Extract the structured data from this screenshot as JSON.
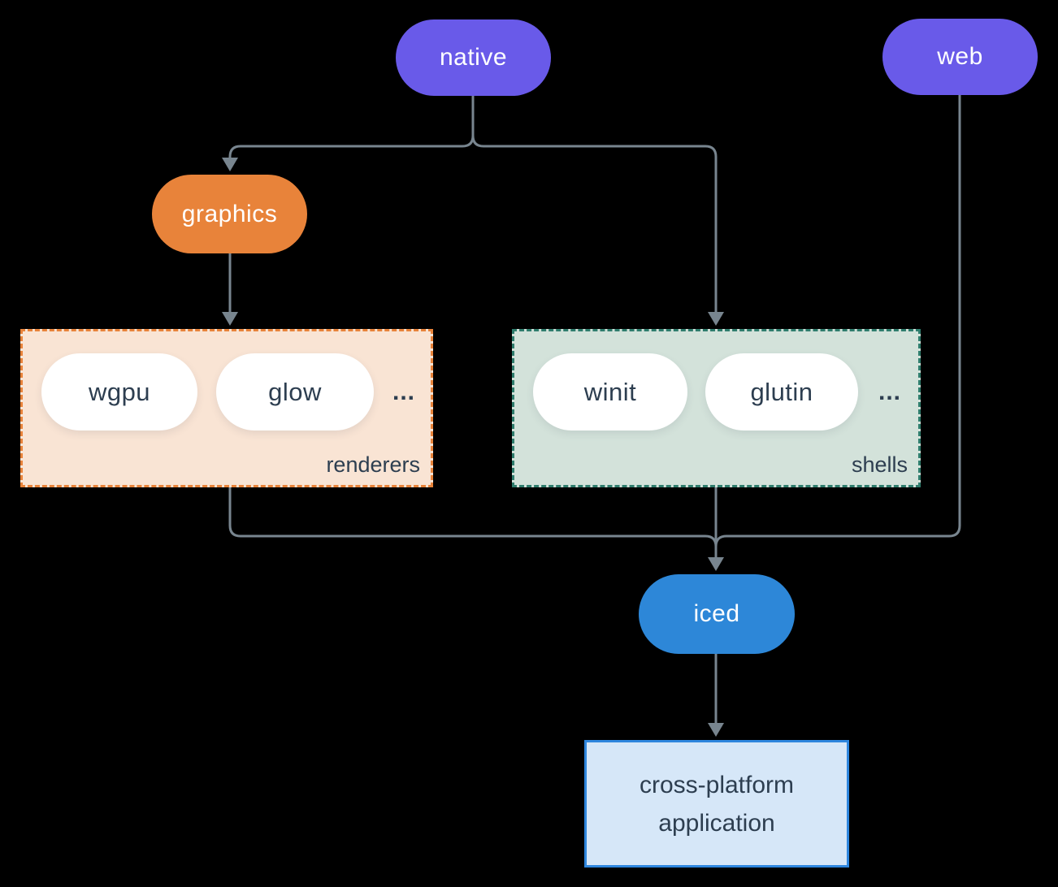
{
  "diagram": {
    "nodes": {
      "native": "native",
      "web": "web",
      "graphics": "graphics",
      "iced": "iced",
      "application": "cross-platform application"
    },
    "groups": {
      "renderers": {
        "label": "renderers",
        "items": [
          "wgpu",
          "glow"
        ],
        "ellipsis": "..."
      },
      "shells": {
        "label": "shells",
        "items": [
          "winit",
          "glutin"
        ],
        "ellipsis": "..."
      }
    },
    "colors": {
      "native_pill": "#695ae9",
      "web_pill": "#695ae9",
      "graphics_pill": "#e8833a",
      "iced_pill": "#2d87d8",
      "inner_pill": "#ffffff",
      "pill_text_dark": "#2d3e50",
      "renderers_fill": "#f9e4d4",
      "renderers_border": "#e8833a",
      "shells_fill": "#d3e2da",
      "shells_border": "#2f7d6d",
      "application_fill": "#d6e7f8",
      "application_border": "#2e86de",
      "connector": "#78858f",
      "background": "#000000"
    }
  }
}
